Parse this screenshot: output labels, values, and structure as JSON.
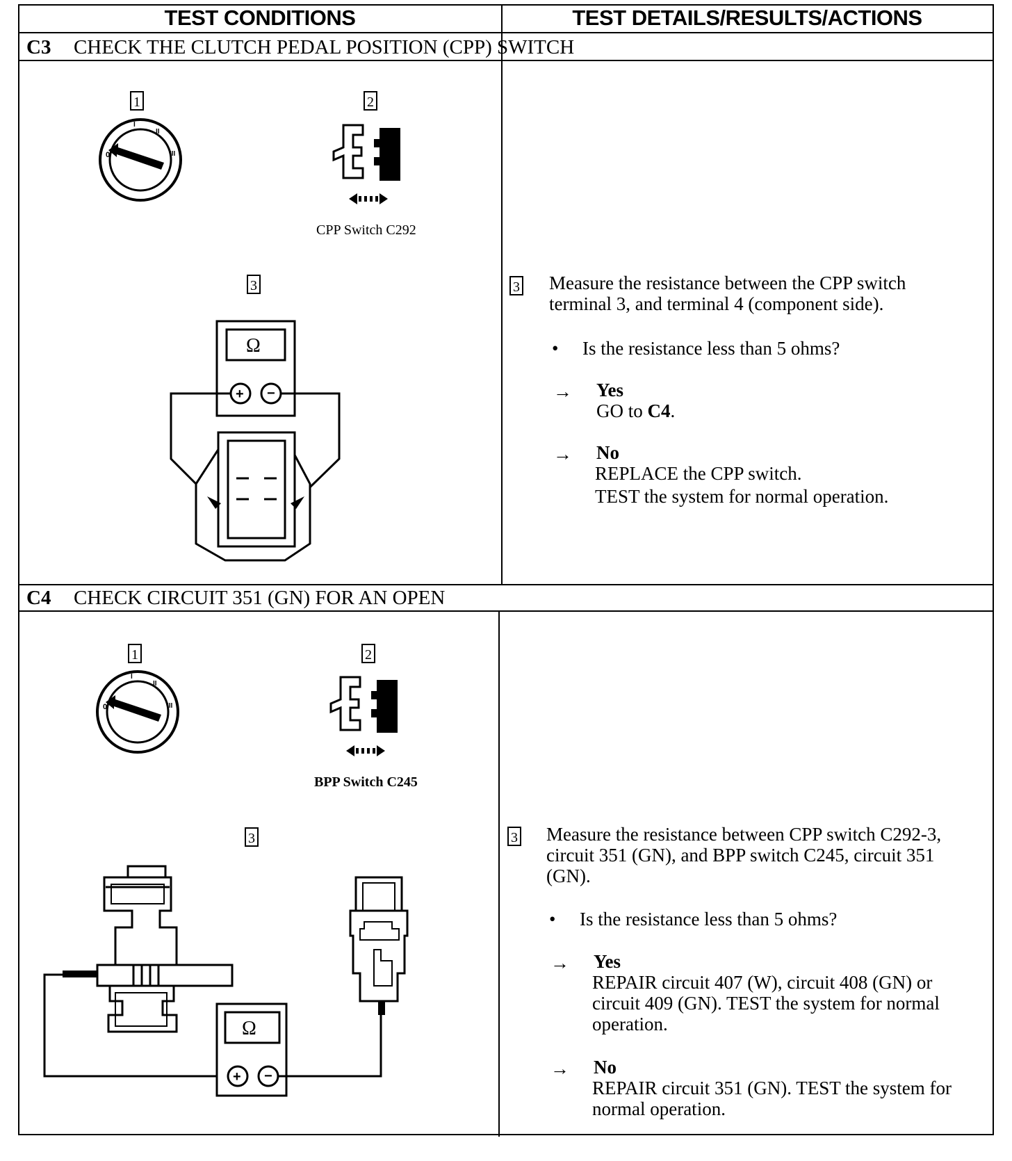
{
  "headers": {
    "left": "TEST CONDITIONS",
    "right": "TEST DETAILS/RESULTS/ACTIONS"
  },
  "c3": {
    "code": "C3",
    "title": "CHECK THE CLUTCH PEDAL POSITION (CPP) SWITCH",
    "step1": "1",
    "step2": "2",
    "step3": "3",
    "caption": "CPP Switch C292",
    "meter_symbol": "Ω",
    "detail_step": "3",
    "instruction": "Measure the resistance between the CPP switch terminal 3, and terminal 4 (component side).",
    "question": "Is the resistance less than 5 ohms?",
    "yes_label": "Yes",
    "yes_action_pre": "GO to ",
    "yes_action_ref": "C4",
    "yes_action_post": ".",
    "no_label": "No",
    "no_action_1": "REPLACE the CPP switch.",
    "no_action_2": "TEST the system for normal operation."
  },
  "c4": {
    "code": "C4",
    "title": "CHECK CIRCUIT 351 (GN) FOR AN OPEN",
    "step1": "1",
    "step2": "2",
    "step3": "3",
    "caption": "BPP Switch C245",
    "meter_symbol": "Ω",
    "detail_step": "3",
    "instruction": "Measure the resistance between CPP switch C292-3, circuit 351 (GN), and BPP switch C245, circuit 351 (GN).",
    "question": "Is the resistance less than 5 ohms?",
    "yes_label": "Yes",
    "yes_action": "REPAIR circuit 407 (W), circuit 408 (GN) or circuit 409 (GN). TEST the system for normal operation.",
    "no_label": "No",
    "no_action": "REPAIR circuit 351 (GN). TEST the system for normal operation."
  },
  "symbols": {
    "bullet": "•",
    "arrow": "→"
  }
}
